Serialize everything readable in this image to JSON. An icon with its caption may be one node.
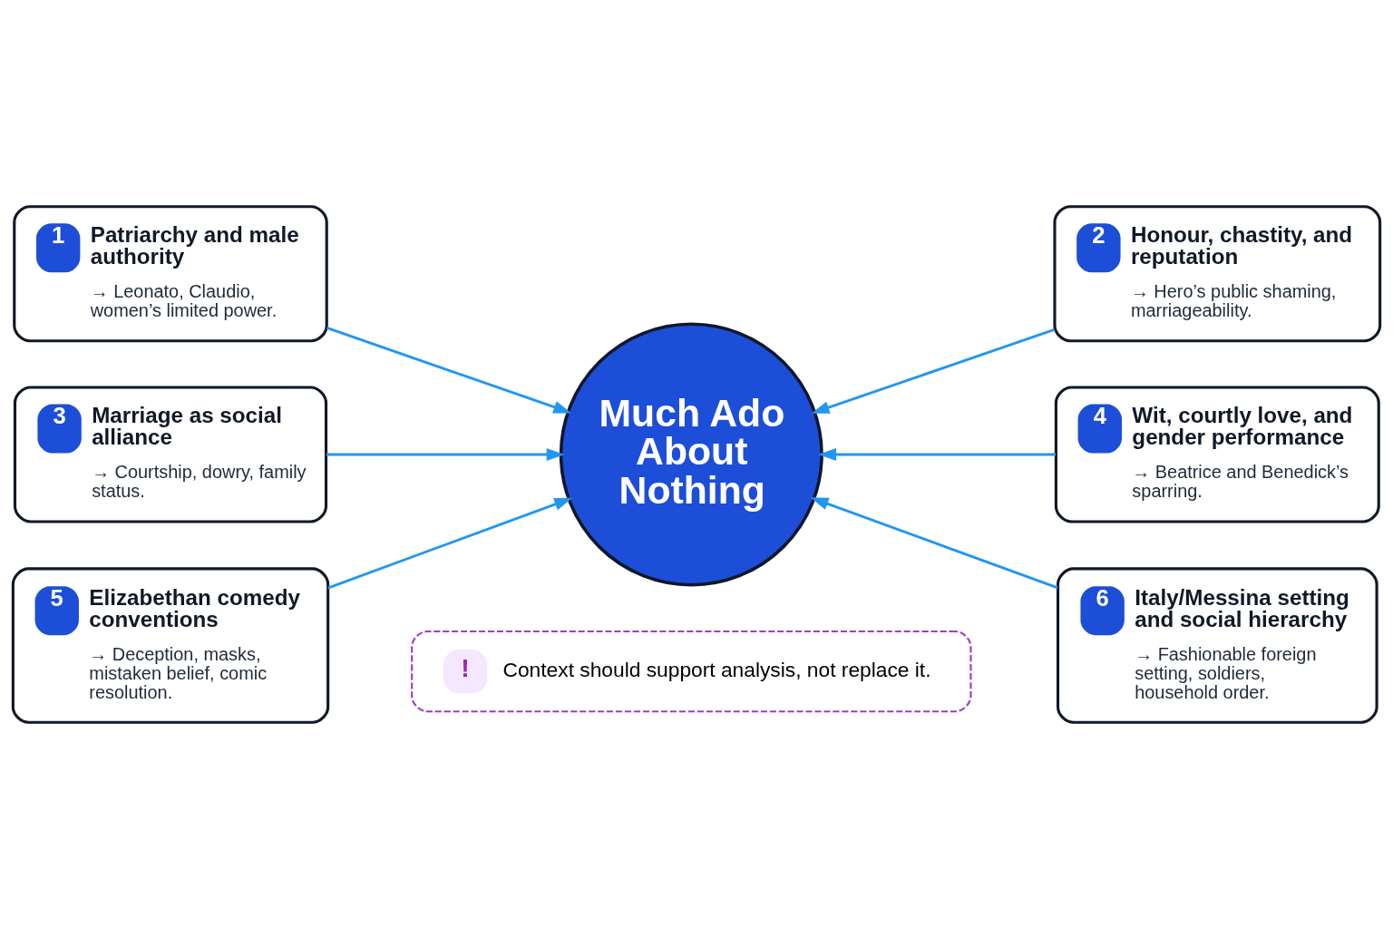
{
  "diagram": {
    "nodes": [
      {
        "text": [
          "1",
          "Patriarchy and male authority",
          "→ Leonato, Claudio, women’s limited power."
        ]
      },
      {
        "text": [
          "2",
          "Honour, chastity, and reputation",
          "→ Hero’s public shaming, marriageability."
        ]
      },
      {
        "text": [
          "3",
          "Marriage as social alliance",
          "→ Courtship, dowry, family status."
        ]
      },
      {
        "text": [
          "Much Ado About Nothing"
        ]
      },
      {
        "text": [
          "4",
          "Wit, courtly love, and gender performance",
          "→ Beatrice and Benedick’s sparring."
        ]
      },
      {
        "text": [
          "5",
          "Elizabethan comedy conventions",
          "→ Deception, masks, mistaken belief, comic resolution."
        ]
      },
      {
        "text": [
          "6",
          "Italy/Messina setting and social hierarchy",
          "→ Fashionable foreign setting, soldiers, household order."
        ]
      },
      {
        "text": [
          "!",
          "Context should support analysis, not replace it."
        ]
      }
    ],
    "edges": [
      {
        "from": 0,
        "to": 3,
        "arrow": "to"
      },
      {
        "from": 1,
        "to": 3,
        "arrow": "to"
      },
      {
        "from": 2,
        "to": 3,
        "arrow": "to"
      },
      {
        "from": 4,
        "to": 3,
        "arrow": "to"
      },
      {
        "from": 5,
        "to": 3,
        "arrow": "to"
      },
      {
        "from": 6,
        "to": 3,
        "arrow": "to"
      }
    ]
  }
}
